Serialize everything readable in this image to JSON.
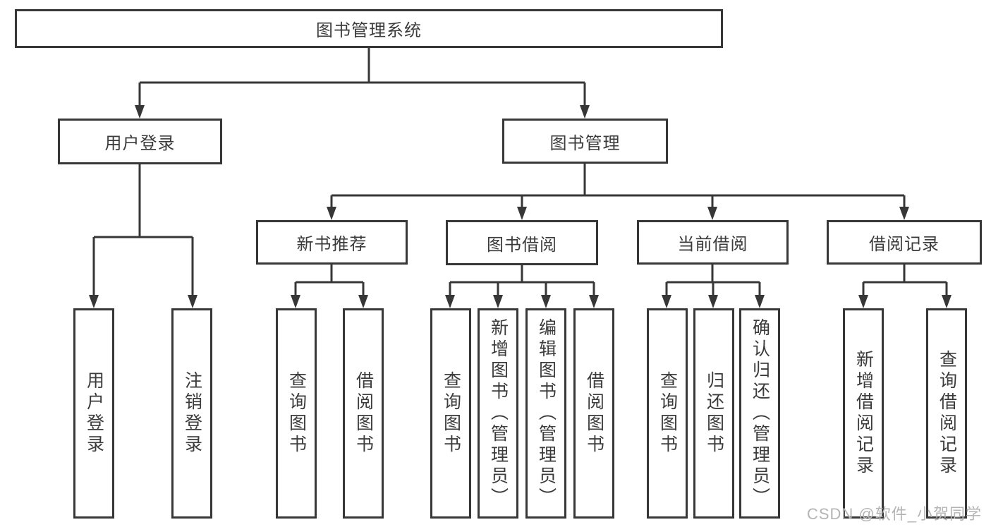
{
  "tree": {
    "root": {
      "label": "图书管理系统"
    },
    "branches": [
      {
        "label": "用户登录",
        "children": [
          {
            "label": "用户登录"
          },
          {
            "label": "注销登录"
          }
        ]
      },
      {
        "label": "图书管理",
        "children": [
          {
            "label": "新书推荐",
            "children": [
              {
                "label": "查询图书"
              },
              {
                "label": "借阅图书"
              }
            ]
          },
          {
            "label": "图书借阅",
            "children": [
              {
                "label": "查询图书"
              },
              {
                "label": "新增图书（管理员）"
              },
              {
                "label": "编辑图书（管理员）"
              },
              {
                "label": "借阅图书"
              }
            ]
          },
          {
            "label": "当前借阅",
            "children": [
              {
                "label": "查询图书"
              },
              {
                "label": "归还图书"
              },
              {
                "label": "确认归还（管理员）"
              }
            ]
          },
          {
            "label": "借阅记录",
            "children": [
              {
                "label": "新增借阅记录"
              },
              {
                "label": "查询借阅记录"
              }
            ]
          }
        ]
      }
    ]
  },
  "watermark": {
    "text": "CSDN @软件_小贺同学"
  },
  "colors": {
    "line": "#373737",
    "box_border": "#373737",
    "text": "#3b3b3b",
    "watermark": "#b4b4b4",
    "background": "#ffffff"
  }
}
